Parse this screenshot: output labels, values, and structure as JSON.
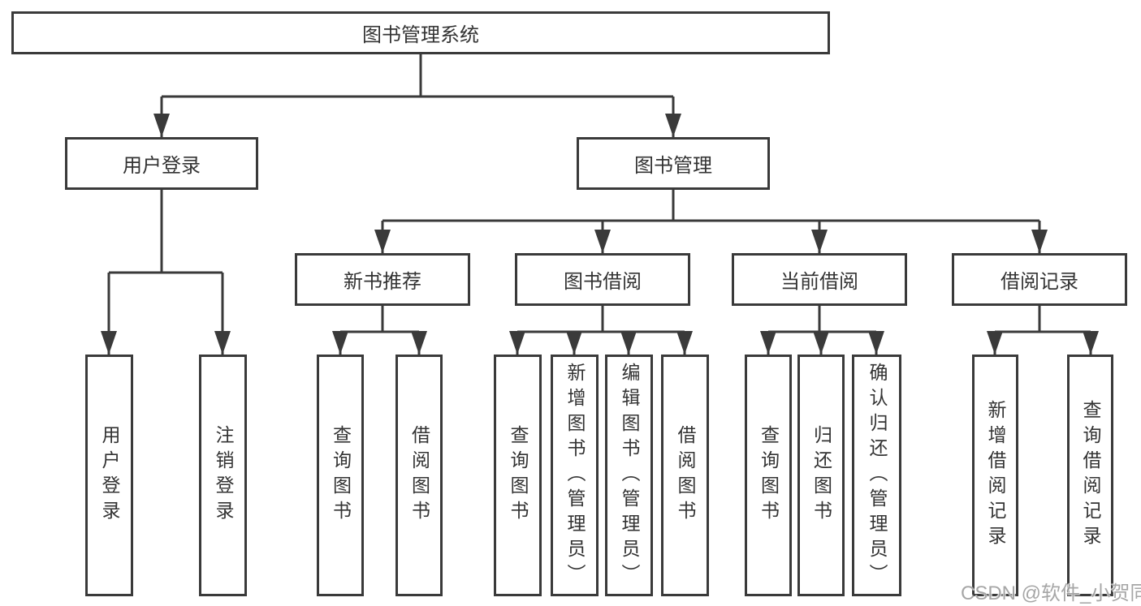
{
  "tree": {
    "label": "图书管理系统",
    "children": [
      {
        "label": "用户登录",
        "children": [
          {
            "label": "用户登录"
          },
          {
            "label": "注销登录"
          }
        ]
      },
      {
        "label": "图书管理",
        "children": [
          {
            "label": "新书推荐",
            "children": [
              {
                "label": "查询图书"
              },
              {
                "label": "借阅图书"
              }
            ]
          },
          {
            "label": "图书借阅",
            "children": [
              {
                "label": "查询图书"
              },
              {
                "label": "新增图书（管理员）"
              },
              {
                "label": "编辑图书（管理员）"
              },
              {
                "label": "借阅图书"
              }
            ]
          },
          {
            "label": "当前借阅",
            "children": [
              {
                "label": "查询图书"
              },
              {
                "label": "归还图书"
              },
              {
                "label": "确认归还（管理员）"
              }
            ]
          },
          {
            "label": "借阅记录",
            "children": [
              {
                "label": "新增借阅记录"
              },
              {
                "label": "查询借阅记录"
              }
            ]
          }
        ]
      }
    ]
  },
  "watermark": {
    "text": "CSDN @软件_小贺同学"
  },
  "colors": {
    "background": "#ffffff",
    "line": "#3a3a3a",
    "box_border": "#3a3a3a",
    "text": "#333333",
    "watermark": "#9a9a9a"
  }
}
